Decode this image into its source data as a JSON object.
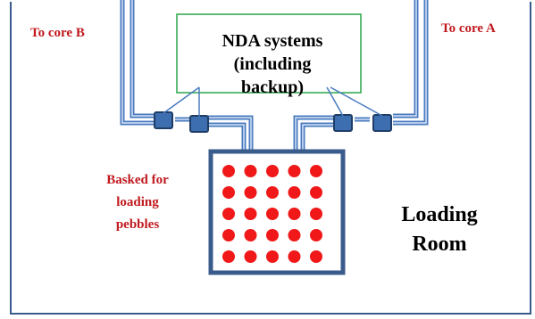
{
  "labels": {
    "to_core_b": "To core B",
    "to_core_a": "To core A",
    "nda_line1": "NDA systems",
    "nda_line2": "(including",
    "nda_line3": "backup)",
    "basket_line1": "Basked for",
    "basket_line2": "loading",
    "basket_line3": "pebbles",
    "room_line1": "Loading",
    "room_line2": "Room"
  },
  "colors": {
    "room_border": "#3a5c8c",
    "pipe": "#4a7bbf",
    "pipe_highlight": "#d6e4f7",
    "nda_box": "#2aa54a",
    "valve_fill": "#3d6fb0",
    "valve_stroke": "#1f3d66",
    "pebble": "#f01818",
    "red_text": "#c0191e",
    "black_text": "#000000"
  },
  "pebble_grid": {
    "rows": 5,
    "cols": 5
  }
}
